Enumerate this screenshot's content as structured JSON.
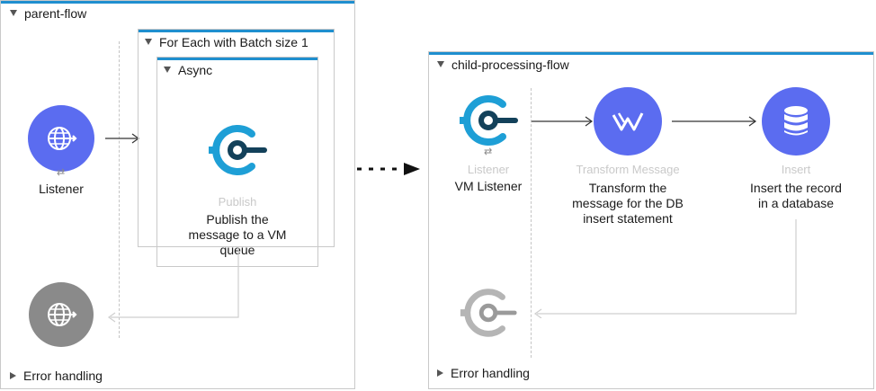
{
  "parent_flow": {
    "title": "parent-flow",
    "foreach_title": "For Each with Batch size 1",
    "async_title": "Async",
    "listener": {
      "label": "Listener"
    },
    "publish": {
      "title": "Publish",
      "label_line1": "Publish the",
      "label_line2": "message to a VM",
      "label_line3": "queue"
    },
    "error_handling": "Error handling"
  },
  "child_flow": {
    "title": "child-processing-flow",
    "listener": {
      "title": "Listener",
      "label": "VM Listener"
    },
    "transform": {
      "title": "Transform Message",
      "label_line1": "Transform the",
      "label_line2": "message for the DB",
      "label_line3": "insert statement"
    },
    "insert": {
      "title": "Insert",
      "label_line1": "Insert the record",
      "label_line2": "in a database"
    },
    "error_handling": "Error handling"
  },
  "colors": {
    "accent_blue": "#1f8fcf",
    "listener_purple": "#5b6cf0",
    "vm_blue": "#1e9fd6",
    "vm_dark": "#13415a",
    "error_grey": "#8a8a8a"
  },
  "icons": [
    "globe-icon",
    "vm-connector-icon",
    "transform-icon",
    "database-icon"
  ]
}
